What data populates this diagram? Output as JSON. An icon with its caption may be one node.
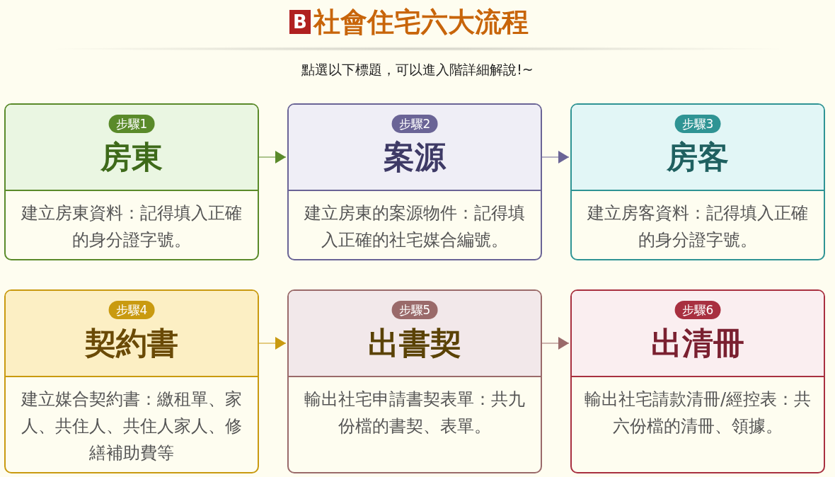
{
  "diagram": {
    "title": "社會住宅六大流程",
    "nodes": [
      {
        "text": [
          "步驟1",
          "房東",
          "建立房東資料：記得填入正確的身分證字號。"
        ]
      },
      {
        "text": [
          "步驟2",
          "案源",
          "建立房東的案源物件：記得填入正確的社宅媒合編號。"
        ]
      },
      {
        "text": [
          "步驟3",
          "房客",
          "建立房客資料：記得填入正確的身分證字號。"
        ]
      },
      {
        "text": [
          "步驟4",
          "契約書",
          "建立媒合契約書：繳租單、家人、共住人、共住人家人、修繕補助費等"
        ]
      },
      {
        "text": [
          "步驟5",
          "出書契",
          "輸出社宅申請書契表單：共九份檔的書契、表單。"
        ]
      },
      {
        "text": [
          "步驟6",
          "出清冊",
          "輸出社宅請款清冊/經控表：共六份檔的清冊、領據。"
        ]
      }
    ],
    "edges": [
      {
        "from": 0,
        "to": 1,
        "arrow": "to",
        "color": "#5a8a2a"
      },
      {
        "from": 1,
        "to": 2,
        "arrow": "to",
        "color": "#6a6496"
      },
      {
        "from": 3,
        "to": 4,
        "arrow": "to",
        "color": "#c99a10"
      },
      {
        "from": 4,
        "to": 5,
        "arrow": "to",
        "color": "#9a6a6a"
      }
    ],
    "labels": [
      "B",
      "點選以下標題，可以進入階詳細解說!~"
    ]
  }
}
